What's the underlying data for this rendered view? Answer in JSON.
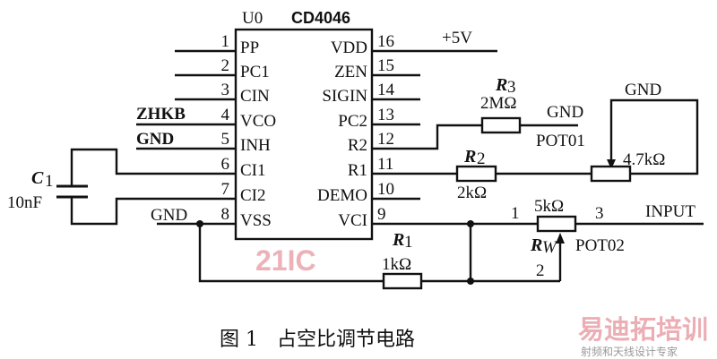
{
  "chip": {
    "ref": "U0",
    "part": "CD4046",
    "left_pins": [
      {
        "num": "1",
        "name": "PP"
      },
      {
        "num": "2",
        "name": "PC1"
      },
      {
        "num": "3",
        "name": "CIN"
      },
      {
        "num": "4",
        "name": "VCO"
      },
      {
        "num": "5",
        "name": "INH"
      },
      {
        "num": "6",
        "name": "CI1"
      },
      {
        "num": "7",
        "name": "CI2"
      },
      {
        "num": "8",
        "name": "VSS"
      }
    ],
    "right_pins": [
      {
        "num": "16",
        "name": "VDD"
      },
      {
        "num": "15",
        "name": "ZEN"
      },
      {
        "num": "14",
        "name": "SIGIN"
      },
      {
        "num": "13",
        "name": "PC2"
      },
      {
        "num": "12",
        "name": "R2"
      },
      {
        "num": "11",
        "name": "R1"
      },
      {
        "num": "10",
        "name": "DEMO"
      },
      {
        "num": "9",
        "name": "VCI"
      }
    ]
  },
  "nets": {
    "vdd": "+5V",
    "vco": "ZHKB",
    "inh": "GND",
    "vss": "GND",
    "r3": "GND",
    "pot1": "GND",
    "input": "INPUT"
  },
  "components": {
    "c1": {
      "ref": "C",
      "sub": "1",
      "value": "10nF"
    },
    "r1": {
      "ref": "R",
      "sub": "1",
      "value": "1kΩ"
    },
    "r2": {
      "ref": "R",
      "sub": "2",
      "value": "2kΩ"
    },
    "r3": {
      "ref": "R",
      "sub": "3",
      "value": "2MΩ"
    },
    "pot01": {
      "ref": "POT01",
      "value": "4.7kΩ"
    },
    "pot02": {
      "ref": "POT02",
      "value": "5kΩ",
      "wiper": "R",
      "wiper_sub": "W",
      "pin1": "1",
      "pin2": "2",
      "pin3": "3"
    }
  },
  "caption": "图 1   占空比调节电路",
  "watermarks": {
    "w1": "21IC",
    "w2": "易迪拓培训",
    "w3": "射频和天线设计专家"
  }
}
